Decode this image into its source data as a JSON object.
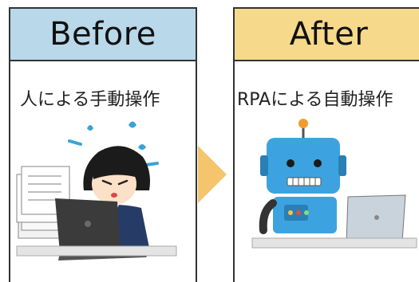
{
  "before": {
    "header": "Before",
    "caption": "人による手動操作",
    "header_color": "#b9d8e9"
  },
  "after": {
    "header": "After",
    "caption": "RPAによる自動操作",
    "header_color": "#f7d98c"
  },
  "arrow_color": "#f4c56c"
}
